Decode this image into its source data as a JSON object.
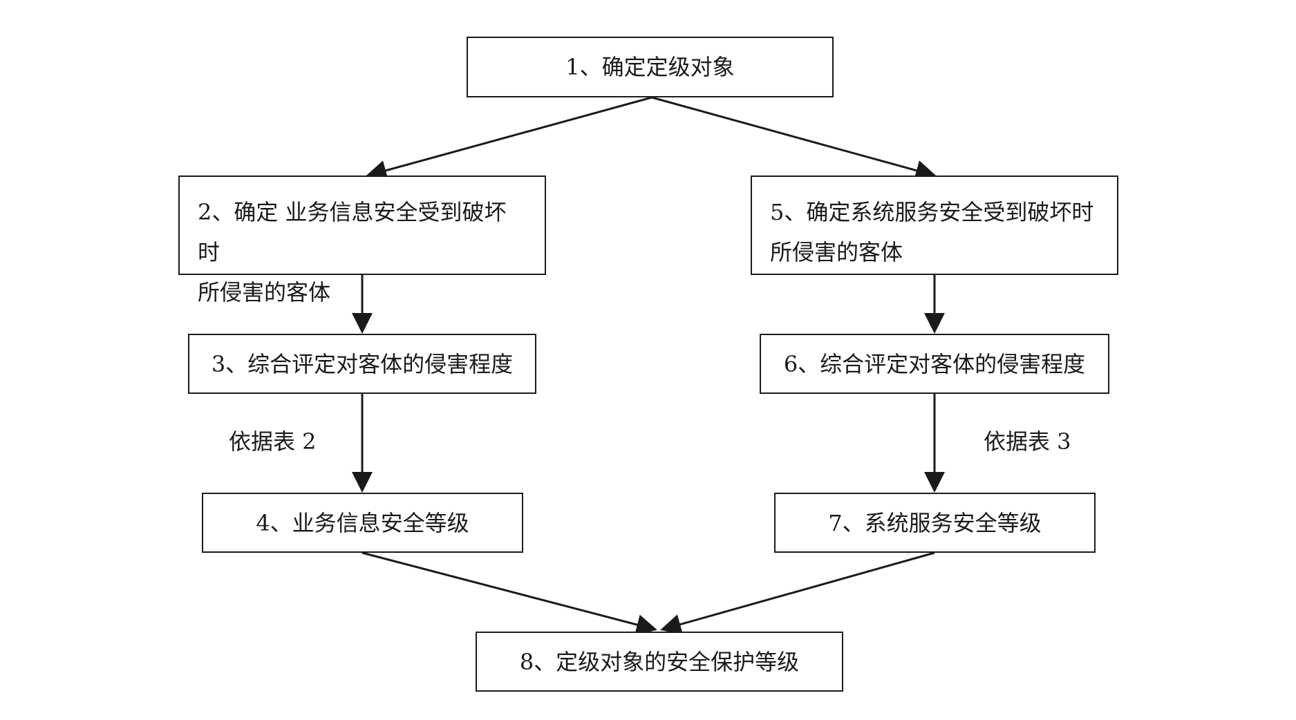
{
  "steps": {
    "s1": "1、确定定级对象",
    "s2_line1": "2、确定 业务信息安全受到破坏时",
    "s2_line2": "所侵害的客体",
    "s3": "3、综合评定对客体的侵害程度",
    "s4": "4、业务信息安全等级",
    "s5_line1": "5、确定系统服务安全受到破坏时",
    "s5_line2": "所侵害的客体",
    "s6": "6、综合评定对客体的侵害程度",
    "s7": "7、系统服务安全等级",
    "s8": "8、定级对象的安全保护等级"
  },
  "edge_labels": {
    "left": "依据表 2",
    "right": "依据表 3"
  }
}
